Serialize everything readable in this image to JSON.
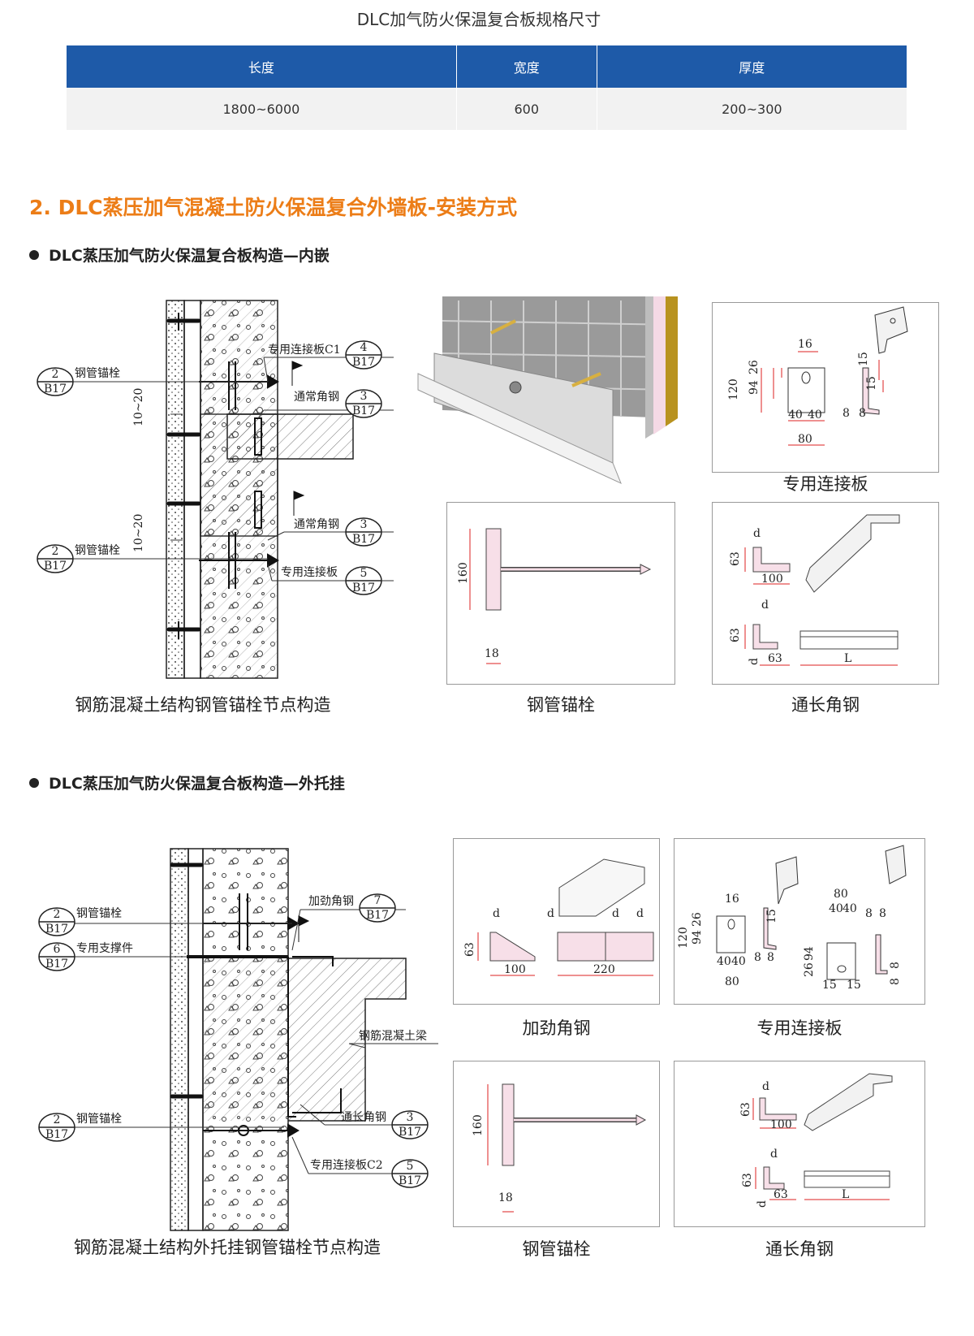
{
  "spec_table": {
    "title": "DLC加气防火保温复合板规格尺寸",
    "headers": [
      "长度",
      "宽度",
      "厚度"
    ],
    "rows": [
      [
        "1800~6000",
        "600",
        "200~300"
      ]
    ]
  },
  "section": {
    "title": "2. DLC蒸压加气混凝土防火保温复合外墙板-安装方式"
  },
  "inlay": {
    "heading": "DLC蒸压加气防火保温复合板构造—内嵌",
    "node_caption": "钢筋混凝土结构钢管锚栓节点构造",
    "callouts": {
      "special_plate_c1": "专用连接板C1",
      "pipe_anchor": "钢管锚栓",
      "common_angle": "通常角钢",
      "special_plate": "专用连接板",
      "gap": "10~20"
    },
    "refs": {
      "r2": "2",
      "r3": "3",
      "r4": "4",
      "r5": "5",
      "sheet": "B17"
    },
    "details": [
      {
        "caption": "专用连接板",
        "dims": [
          "16",
          "120",
          "94",
          "26",
          "15",
          "15",
          "40",
          "40",
          "80",
          "8",
          "8"
        ]
      },
      {
        "caption": "钢管锚栓",
        "dims": [
          "160",
          "18"
        ]
      },
      {
        "caption": "通长角钢",
        "dims": [
          "d",
          "63",
          "100",
          "d",
          "63",
          "d",
          "63",
          "L"
        ]
      }
    ]
  },
  "outer": {
    "heading": "DLC蒸压加气防火保温复合板构造—外托挂",
    "node_caption": "钢筋混凝土结构外托挂钢管锚栓节点构造",
    "callouts": {
      "pipe_anchor": "钢管锚栓",
      "support": "专用支撑件",
      "stiff_angle": "加劲角钢",
      "rc_beam": "钢筋混凝土梁",
      "long_angle": "通长角钢",
      "special_plate_c2": "专用连接板C2"
    },
    "refs": {
      "r2": "2",
      "r3": "3",
      "r5": "5",
      "r6": "6",
      "r7": "7",
      "sheet": "B17"
    },
    "details": [
      {
        "caption": "加劲角钢",
        "dims": [
          "d",
          "63",
          "100",
          "d",
          "d",
          "d",
          "220"
        ]
      },
      {
        "caption": "专用连接板",
        "dims": [
          "16",
          "120",
          "94",
          "26",
          "15",
          "40",
          "40",
          "80",
          "8",
          "8",
          "80",
          "40",
          "40",
          "8",
          "8",
          "94",
          "26",
          "15",
          "15",
          "8",
          "8"
        ]
      },
      {
        "caption": "钢管锚栓",
        "dims": [
          "160",
          "18"
        ]
      },
      {
        "caption": "通长角钢",
        "dims": [
          "d",
          "63",
          "100",
          "d",
          "63",
          "d",
          "63",
          "L"
        ]
      }
    ]
  }
}
